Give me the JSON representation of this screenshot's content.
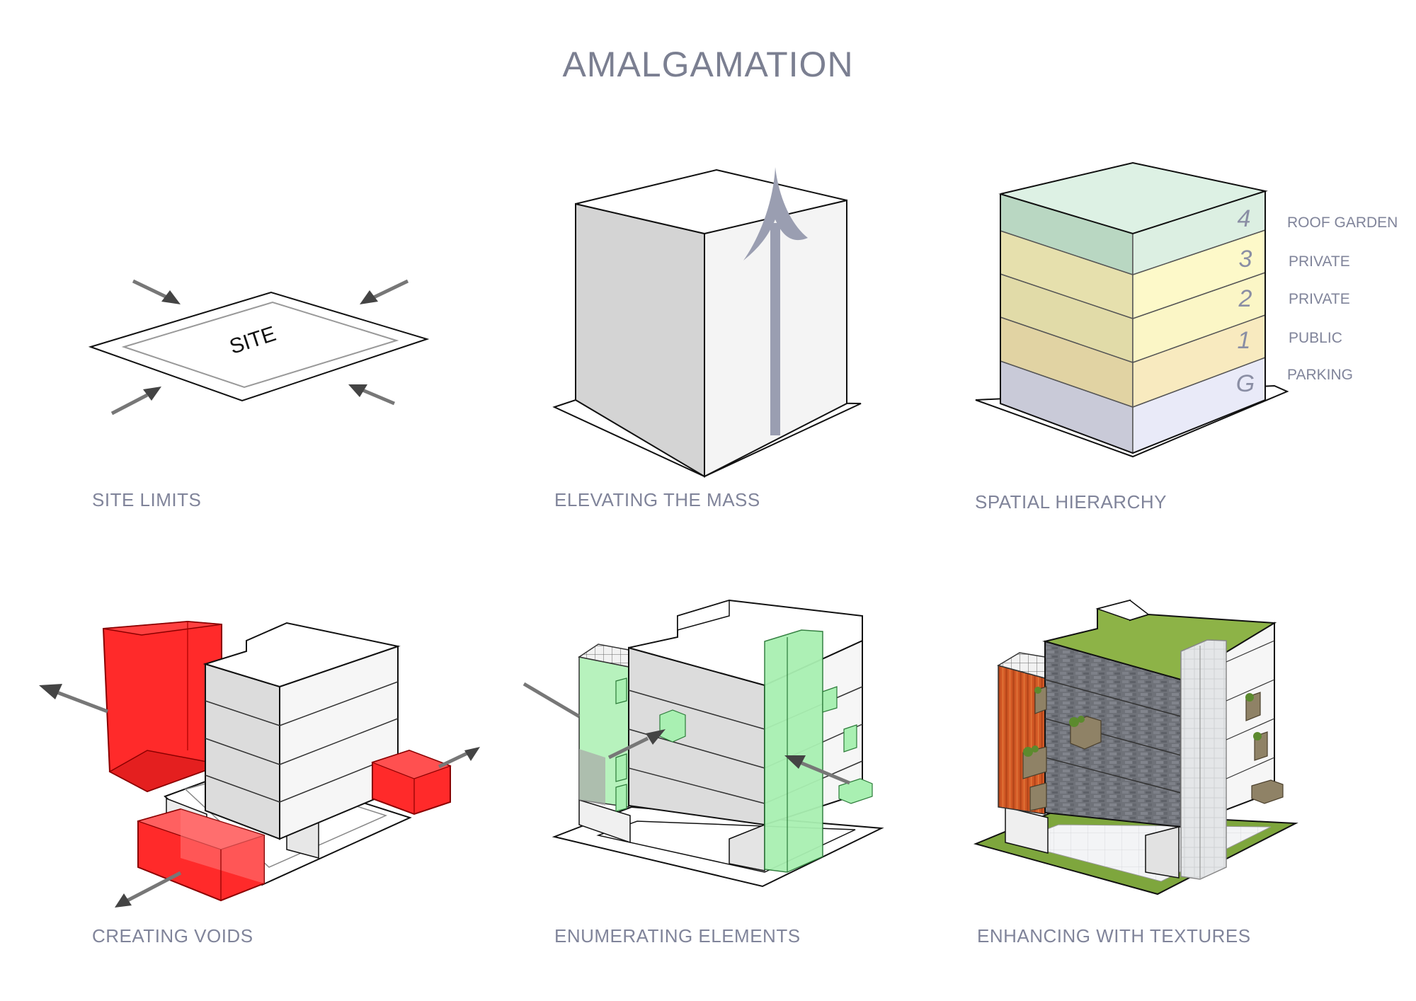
{
  "title": "AMALGAMATION",
  "panels": [
    {
      "caption": "SITE LIMITS",
      "site_label": "SITE"
    },
    {
      "caption": "ELEVATING THE MASS"
    },
    {
      "caption": "SPATIAL HIERARCHY",
      "floors": [
        {
          "level": "4",
          "label": "ROOF GARDEN"
        },
        {
          "level": "3",
          "label": "PRIVATE"
        },
        {
          "level": "2",
          "label": "PRIVATE"
        },
        {
          "level": "1",
          "label": "PUBLIC"
        },
        {
          "level": "G",
          "label": "PARKING"
        }
      ]
    },
    {
      "caption": "CREATING VOIDS"
    },
    {
      "caption": "ENUMERATING ELEMENTS"
    },
    {
      "caption": "ENHANCING WITH TEXTURES"
    }
  ],
  "colors": {
    "title": "#7b7f91",
    "void_red": "#f23030",
    "element_green": "#aef0b4",
    "roof_green": "#8db347",
    "stone_grey": "#6e7178",
    "timber_orange": "#d4622c",
    "arrow_grey": "#8f93a6"
  }
}
